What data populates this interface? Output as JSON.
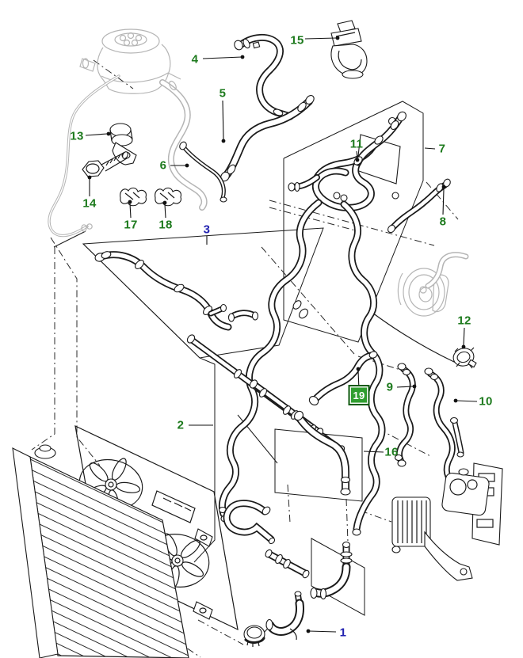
{
  "diagram": {
    "colors": {
      "green": "#1d7a1d",
      "blue": "#2222b0",
      "hl_bg": "#2f9e2f",
      "hl_border": "#0f5a0f",
      "hl_text": "#ffffff",
      "line": "#1a1a1a",
      "light": "#b5b5b5",
      "bg": "#ffffff"
    },
    "callouts": [
      {
        "label": "1",
        "style": "blue"
      },
      {
        "label": "2",
        "style": "green"
      },
      {
        "label": "3",
        "style": "blue"
      },
      {
        "label": "4",
        "style": "green"
      },
      {
        "label": "5",
        "style": "green"
      },
      {
        "label": "6",
        "style": "green"
      },
      {
        "label": "7",
        "style": "green"
      },
      {
        "label": "8",
        "style": "green"
      },
      {
        "label": "9",
        "style": "green"
      },
      {
        "label": "10",
        "style": "green"
      },
      {
        "label": "11",
        "style": "green"
      },
      {
        "label": "12",
        "style": "green"
      },
      {
        "label": "13",
        "style": "green"
      },
      {
        "label": "14",
        "style": "green"
      },
      {
        "label": "15",
        "style": "green"
      },
      {
        "label": "16",
        "style": "green"
      },
      {
        "label": "17",
        "style": "green"
      },
      {
        "label": "18",
        "style": "green"
      },
      {
        "label": "19",
        "style": "highlight"
      }
    ]
  }
}
